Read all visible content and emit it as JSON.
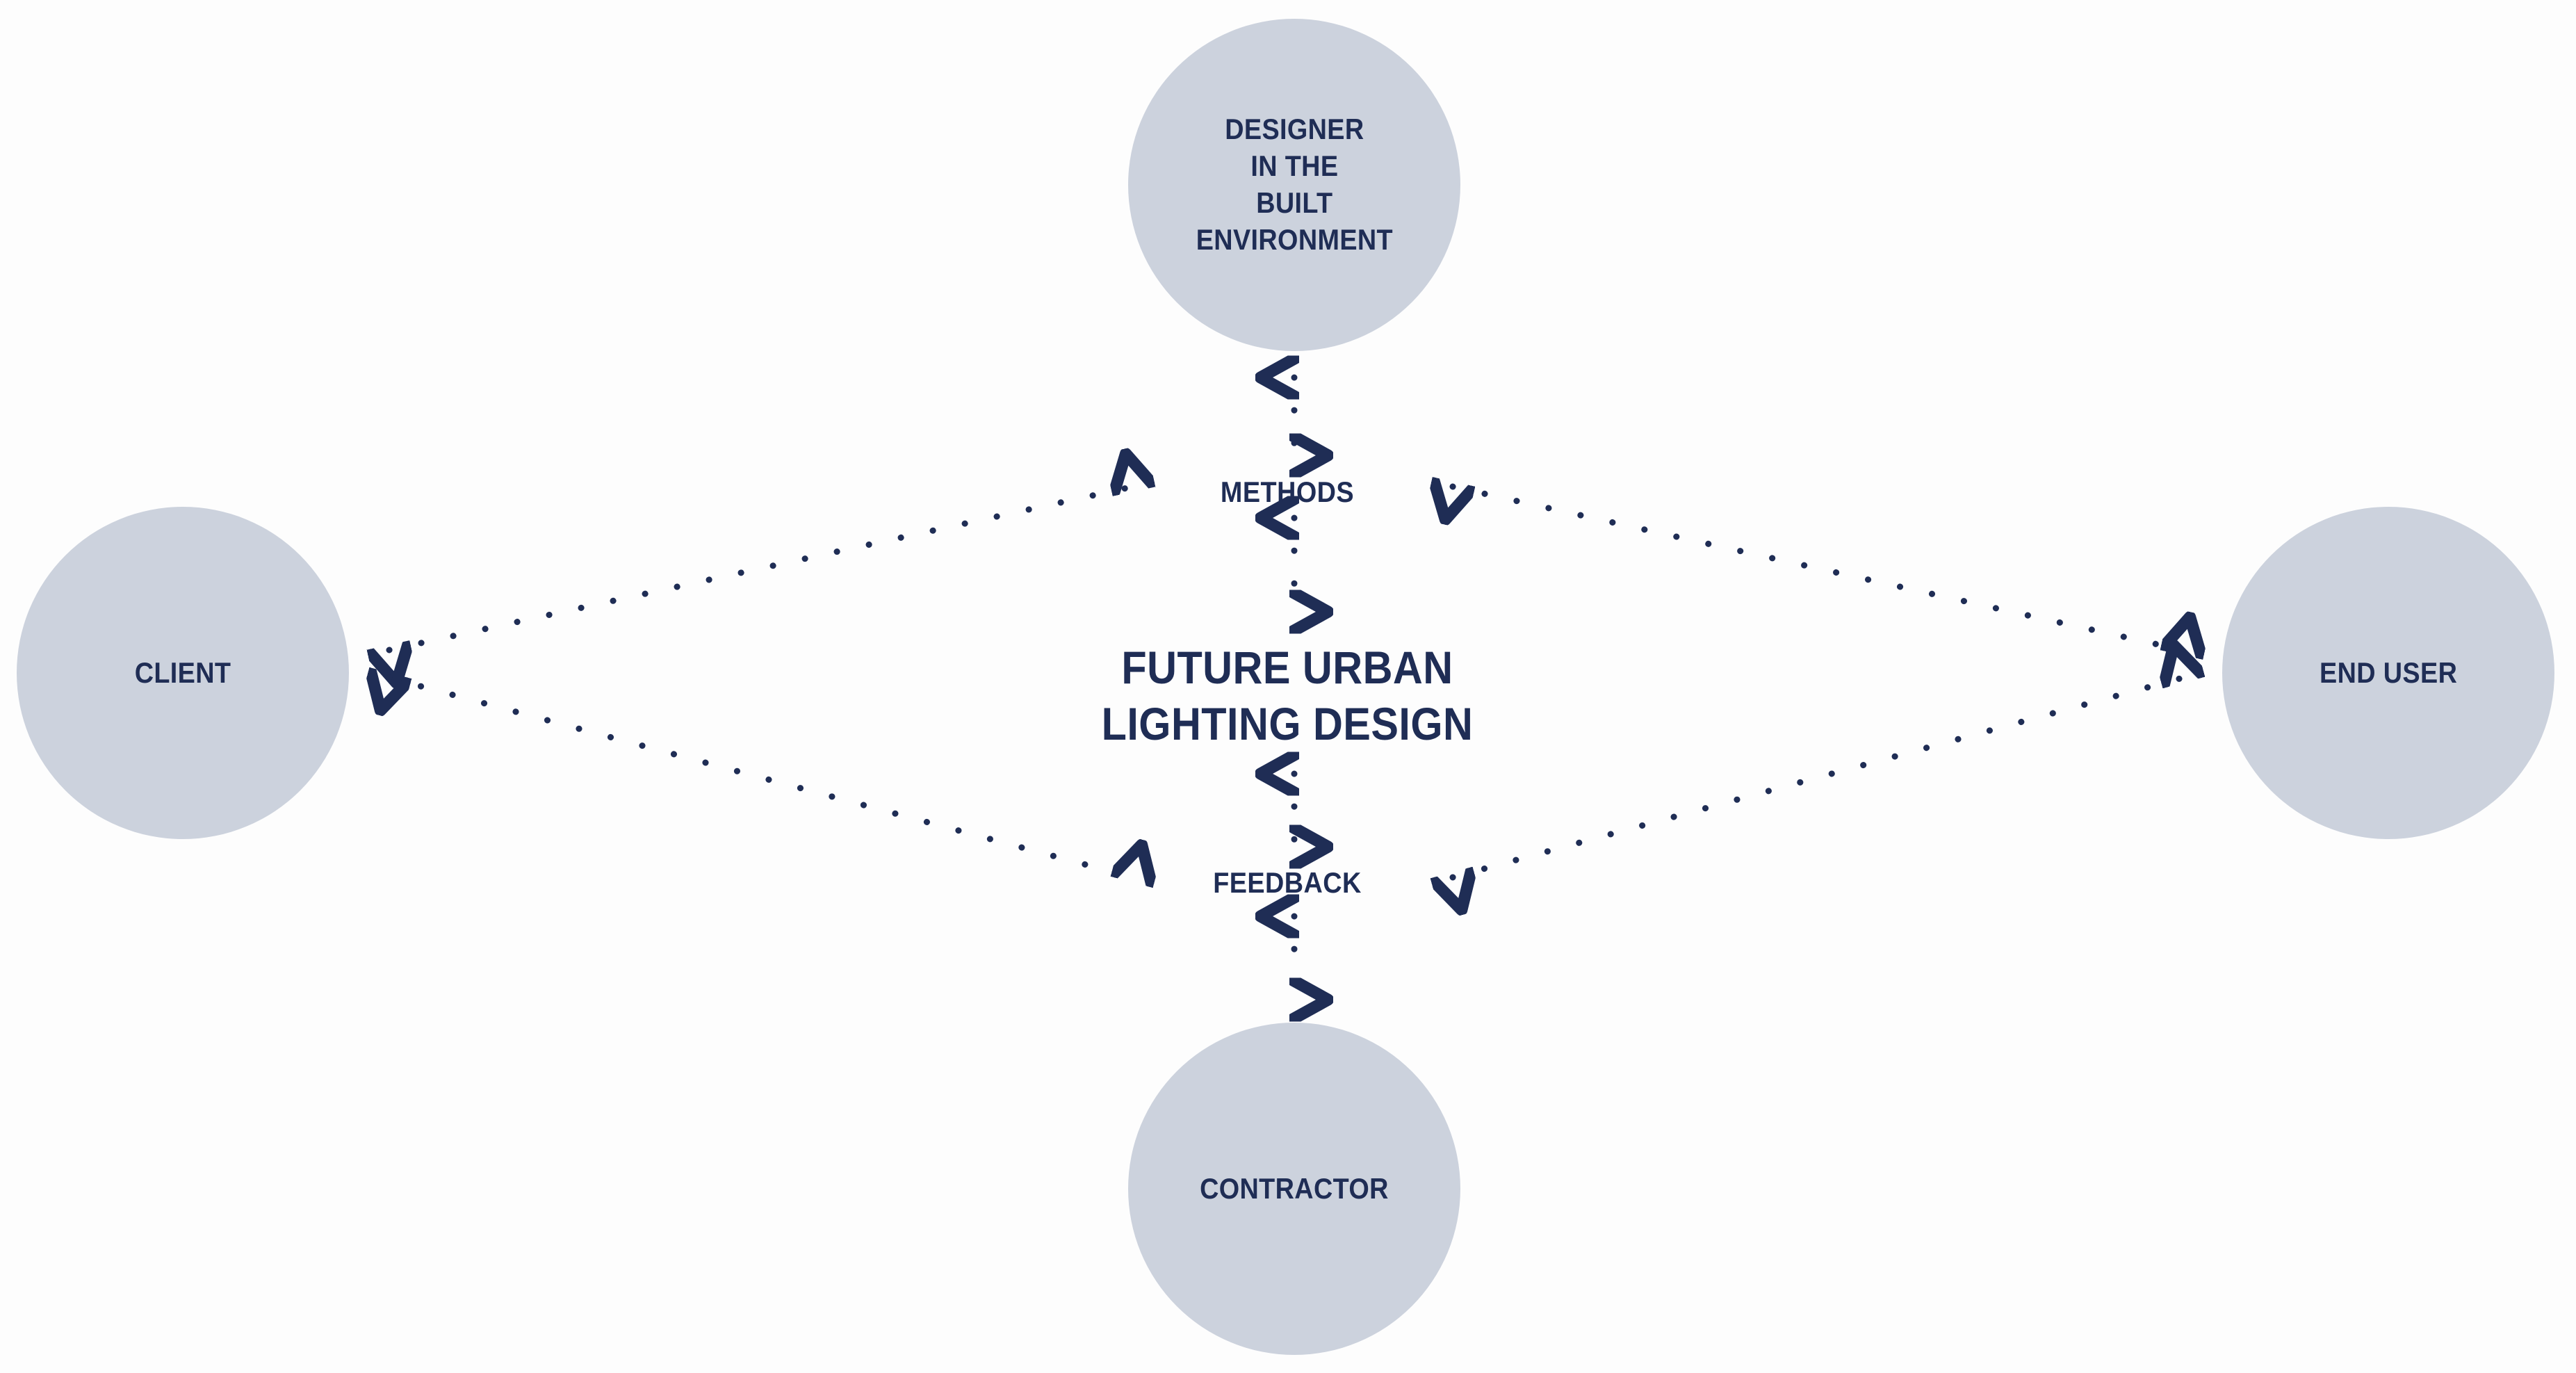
{
  "diagram": {
    "title": "FUTURE URBAN\nLIGHTING DESIGN",
    "center_label": "FUTURE URBAN\nLIGHTING DESIGN",
    "background_color": "#fdfdfd",
    "node_fill_color": "#ccd2dd",
    "text_color": "#1f2d55",
    "connector_color": "#1f2d55",
    "connector_style": "dotted",
    "nodes": [
      {
        "id": "designer",
        "label": "DESIGNER\nIN THE\nBUILT\nENVIRONMENT",
        "position": "top"
      },
      {
        "id": "client",
        "label": "CLIENT",
        "position": "left"
      },
      {
        "id": "enduser",
        "label": "END USER",
        "position": "right"
      },
      {
        "id": "contractor",
        "label": "CONTRACTOR",
        "position": "bottom"
      }
    ],
    "hubs": [
      {
        "id": "methods",
        "label": "METHODS",
        "position": "upper-center"
      },
      {
        "id": "feedback",
        "label": "FEEDBACK",
        "position": "lower-center"
      }
    ],
    "connections": [
      {
        "from": "designer",
        "to": "methods",
        "arrows": "both",
        "style": "dotted",
        "orientation": "vertical"
      },
      {
        "from": "methods",
        "to": "center",
        "arrows": "both",
        "style": "dotted",
        "orientation": "vertical"
      },
      {
        "from": "center",
        "to": "feedback",
        "arrows": "both",
        "style": "dotted",
        "orientation": "vertical"
      },
      {
        "from": "feedback",
        "to": "contractor",
        "arrows": "both",
        "style": "dotted",
        "orientation": "vertical"
      },
      {
        "from": "client",
        "to": "methods",
        "arrows": "both",
        "style": "dotted",
        "orientation": "diagonal-up-right"
      },
      {
        "from": "client",
        "to": "feedback",
        "arrows": "both",
        "style": "dotted",
        "orientation": "diagonal-down-right"
      },
      {
        "from": "methods",
        "to": "enduser",
        "arrows": "both",
        "style": "dotted",
        "orientation": "diagonal-down-right"
      },
      {
        "from": "feedback",
        "to": "enduser",
        "arrows": "both",
        "style": "dotted",
        "orientation": "diagonal-up-right"
      }
    ]
  }
}
